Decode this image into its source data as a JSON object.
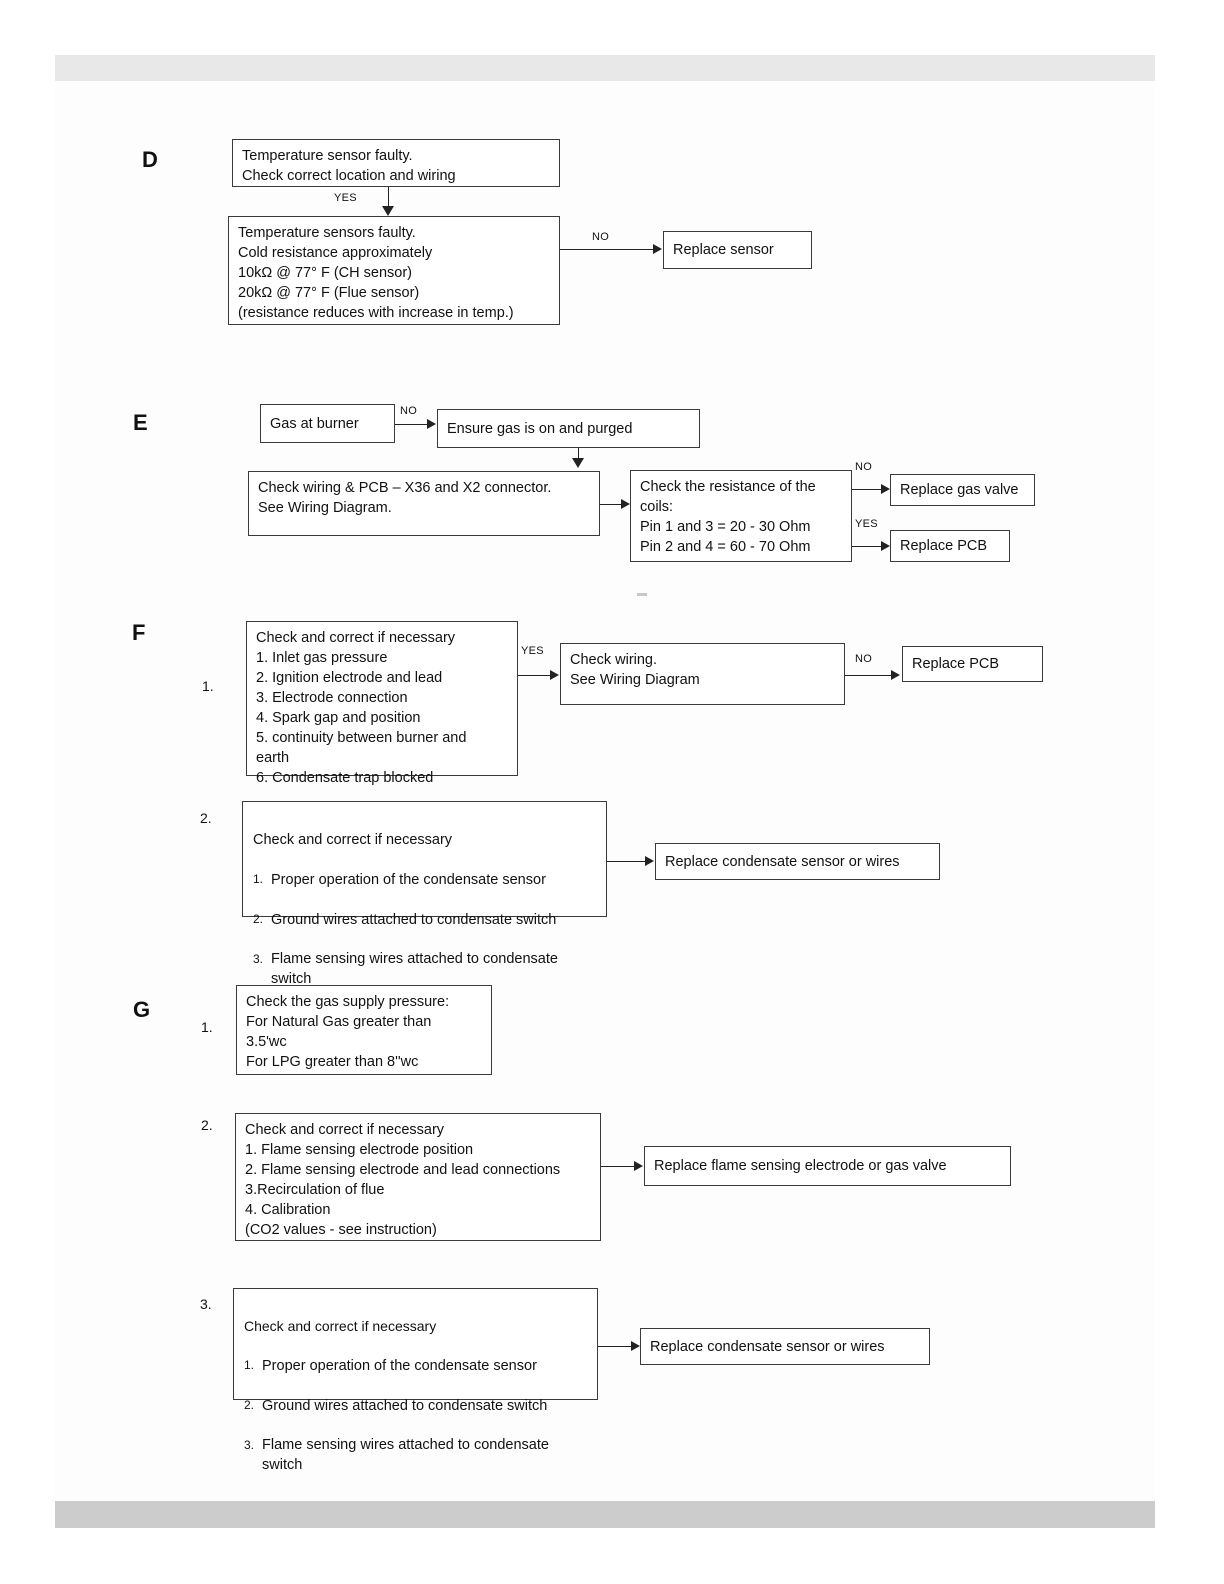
{
  "document": {
    "type": "troubleshooting-flowchart",
    "header_bar_color": "#e8e8e8",
    "footer_bar_color": "#cccccc"
  },
  "sections": {
    "D": {
      "letter": "D",
      "boxes": {
        "temp_sensor_faulty": "Temperature sensor faulty.\n Check correct location and wiring",
        "temp_sensors_detail": "Temperature sensors faulty.\nCold resistance approximately\n10kΩ @ 77° F (CH sensor)\n20kΩ @ 77° F (Flue sensor)\n(resistance reduces with increase in temp.)",
        "replace_sensor": "Replace sensor"
      },
      "edges": {
        "yes": "YES",
        "no": "NO"
      }
    },
    "E": {
      "letter": "E",
      "boxes": {
        "gas_at_burner": "Gas at burner",
        "ensure_gas_on": "Ensure gas is on and purged",
        "check_wiring_pcb": "Check wiring & PCB – X36 and X2 connector.\nSee Wiring Diagram.",
        "check_coils": "Check the resistance of the\ncoils:\nPin 1 and 3 = 20 - 30 Ohm\nPin 2 and 4 = 60 - 70 Ohm",
        "replace_gas_valve": "Replace gas valve",
        "replace_pcb": "Replace PCB"
      },
      "edges": {
        "no_burner": "NO",
        "no_coils": "NO",
        "yes_coils": "YES"
      }
    },
    "F": {
      "letter": "F",
      "item1": {
        "number": "1.",
        "boxes": {
          "check_correct_list": "Check and correct if necessary\n1. Inlet gas pressure\n2. Ignition electrode and lead\n3. Electrode connection\n4. Spark gap and position\n5. continuity between burner and\nearth\n6. Condensate trap blocked",
          "check_wiring": "Check wiring.\nSee Wiring Diagram",
          "replace_pcb": "Replace PCB"
        },
        "edges": {
          "yes": "YES",
          "no": "NO"
        }
      },
      "item2": {
        "number": "2.",
        "boxes": {
          "condensate_checks_heading": "Check and correct if necessary",
          "condensate_checks": [
            {
              "num": "1.",
              "text": "Proper operation of the condensate sensor"
            },
            {
              "num": "2.",
              "text": "Ground wires attached to condensate switch"
            },
            {
              "num": "3.",
              "text": "Flame sensing wires attached to condensate\n    switch"
            }
          ],
          "replace_condensate": "Replace condensate sensor or wires"
        }
      }
    },
    "G": {
      "letter": "G",
      "item1": {
        "number": "1.",
        "boxes": {
          "gas_supply_pressure": "Check the gas supply pressure:\nFor Natural Gas greater than\n3.5'wc\nFor LPG greater than 8''wc"
        }
      },
      "item2": {
        "number": "2.",
        "boxes": {
          "flame_sensing_list": "Check and correct if necessary\n1. Flame sensing electrode position\n2. Flame sensing electrode and lead connections\n3.Recirculation of flue\n4. Calibration\n(CO2 values - see instruction)",
          "replace_flame_electrode": "Replace flame sensing electrode or gas valve"
        }
      },
      "item3": {
        "number": "3.",
        "boxes": {
          "condensate_checks_heading": "Check and correct if necessary",
          "condensate_checks": [
            {
              "num": "1.",
              "text": "Proper operation of the condensate sensor"
            },
            {
              "num": "2.",
              "text": "Ground wires attached to condensate switch"
            },
            {
              "num": "3.",
              "text": "Flame sensing wires attached to condensate\n    switch"
            }
          ],
          "replace_condensate": "Replace condensate sensor or wires"
        }
      }
    }
  }
}
